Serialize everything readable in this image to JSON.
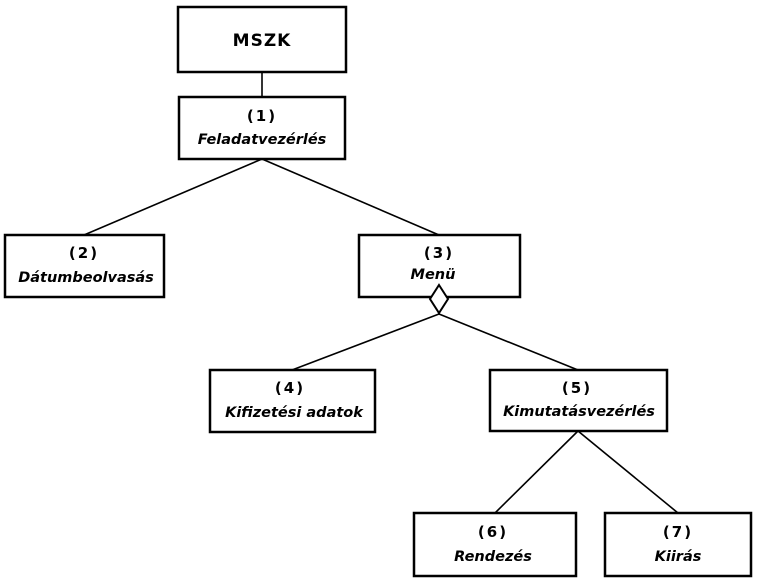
{
  "nodes": {
    "mszk": {
      "label": "MSZK"
    },
    "n1": {
      "number": "(1)",
      "label": "Feladatvezérlés"
    },
    "n2": {
      "number": "(2)",
      "label": "Dátumbeolvasás"
    },
    "n3": {
      "number": "(3)",
      "label": "Menü"
    },
    "n4": {
      "number": "(4)",
      "label": "Kifizetési adatok"
    },
    "n5": {
      "number": "(5)",
      "label": "Kimutatásvezérlés"
    },
    "n6": {
      "number": "(6)",
      "label": "Rendezés"
    },
    "n7": {
      "number": "(7)",
      "label": "Kiirás"
    }
  }
}
